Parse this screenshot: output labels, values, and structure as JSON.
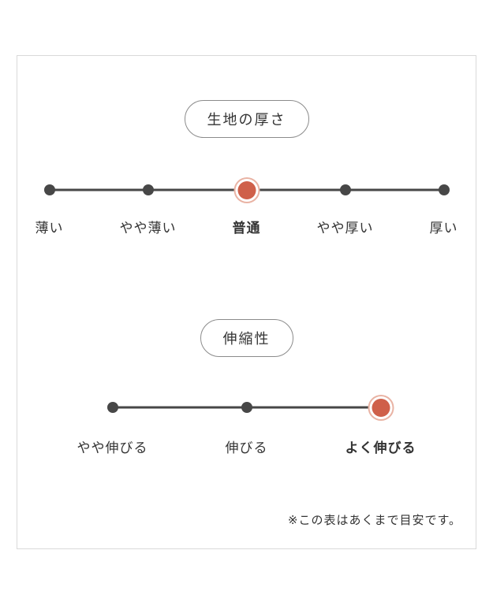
{
  "note": "※この表はあくまで目安です。",
  "scales": [
    {
      "title": "生地の厚さ",
      "selected_label": "普通",
      "points": [
        {
          "label": "薄い",
          "selected": false
        },
        {
          "label": "やや薄い",
          "selected": false
        },
        {
          "label": "普通",
          "selected": true
        },
        {
          "label": "やや厚い",
          "selected": false
        },
        {
          "label": "厚い",
          "selected": false
        }
      ]
    },
    {
      "title": "伸縮性",
      "selected_label": "よく伸びる",
      "points": [
        {
          "label": "やや伸びる",
          "selected": false
        },
        {
          "label": "伸びる",
          "selected": false
        },
        {
          "label": "よく伸びる",
          "selected": true
        }
      ]
    }
  ],
  "colors": {
    "dot": "#474747",
    "line": "#474747",
    "selected-dot": "#cf604a",
    "selected-ring": "#e9b3a4",
    "text": "#333333",
    "frame-border": "#d9d9d9"
  }
}
